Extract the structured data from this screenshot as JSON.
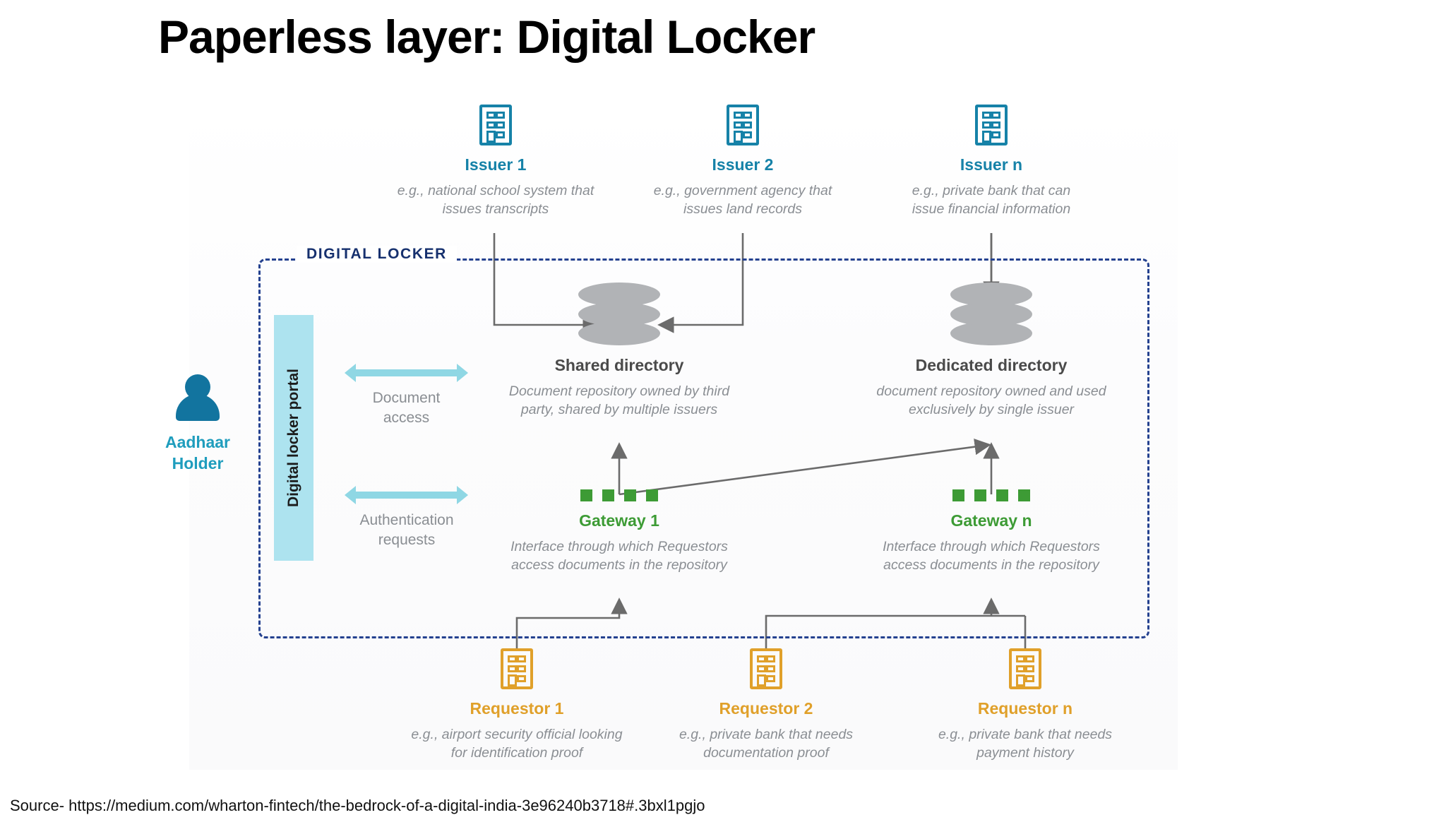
{
  "slide": {
    "title": "Paperless layer: Digital Locker",
    "source": "Source- https://medium.com/wharton-fintech/the-bedrock-of-a-digital-india-3e96240b3718#.3bxl1pgjo"
  },
  "boundary": {
    "label": "DIGITAL LOCKER"
  },
  "holder": {
    "name_line1": "Aadhaar",
    "name_line2": "Holder",
    "icon": "person-icon",
    "color": "#12749f"
  },
  "portal": {
    "label": "Digital locker portal",
    "color": "#ade3ef"
  },
  "flows": [
    {
      "label_line1": "Document",
      "label_line2": "access",
      "icon": "double-arrow-icon"
    },
    {
      "label_line1": "Authentication",
      "label_line2": "requests",
      "icon": "double-arrow-icon"
    }
  ],
  "issuers": [
    {
      "name": "Issuer 1",
      "desc_line1": "e.g., national school system that",
      "desc_line2": "issues transcripts",
      "icon": "building-icon",
      "color": "#1682a8"
    },
    {
      "name": "Issuer 2",
      "desc_line1": "e.g., government agency that",
      "desc_line2": "issues land records",
      "icon": "building-icon",
      "color": "#1682a8"
    },
    {
      "name": "Issuer n",
      "desc_line1": "e.g., private bank that can",
      "desc_line2": "issue financial information",
      "icon": "building-icon",
      "color": "#1682a8"
    }
  ],
  "directories": [
    {
      "name": "Shared directory",
      "desc_line1": "Document repository owned by third",
      "desc_line2": "party, shared by multiple issuers",
      "icon": "database-icon",
      "color": "#b1b3b6"
    },
    {
      "name": "Dedicated directory",
      "desc_line1": "document repository owned and used",
      "desc_line2": "exclusively by single issuer",
      "icon": "database-icon",
      "color": "#b1b3b6"
    }
  ],
  "gateways": [
    {
      "name": "Gateway 1",
      "desc_line1": "Interface through which Requestors",
      "desc_line2": "access documents in the repository",
      "icon": "gateway-squares-icon",
      "color": "#3d9b35"
    },
    {
      "name": "Gateway n",
      "desc_line1": "Interface through which Requestors",
      "desc_line2": "access documents in the repository",
      "icon": "gateway-squares-icon",
      "color": "#3d9b35"
    }
  ],
  "requestors": [
    {
      "name": "Requestor 1",
      "desc_line1": "e.g., airport security official looking",
      "desc_line2": "for identification proof",
      "icon": "building-icon",
      "color": "#e0a02a"
    },
    {
      "name": "Requestor 2",
      "desc_line1": "e.g., private bank that needs",
      "desc_line2": "documentation proof",
      "icon": "building-icon",
      "color": "#e0a02a"
    },
    {
      "name": "Requestor n",
      "desc_line1": "e.g., private bank that needs",
      "desc_line2": "payment history",
      "icon": "building-icon",
      "color": "#e0a02a"
    }
  ],
  "colors": {
    "issuer": "#1682a8",
    "requestor": "#e0a02a",
    "gateway": "#3d9b35",
    "directory": "#b1b3b6",
    "boundary": "#24418f",
    "portal": "#ade3ef",
    "flow_arrow": "#8fd7e4",
    "connector": "#6b6b6b",
    "caption": "#8a8e93"
  }
}
